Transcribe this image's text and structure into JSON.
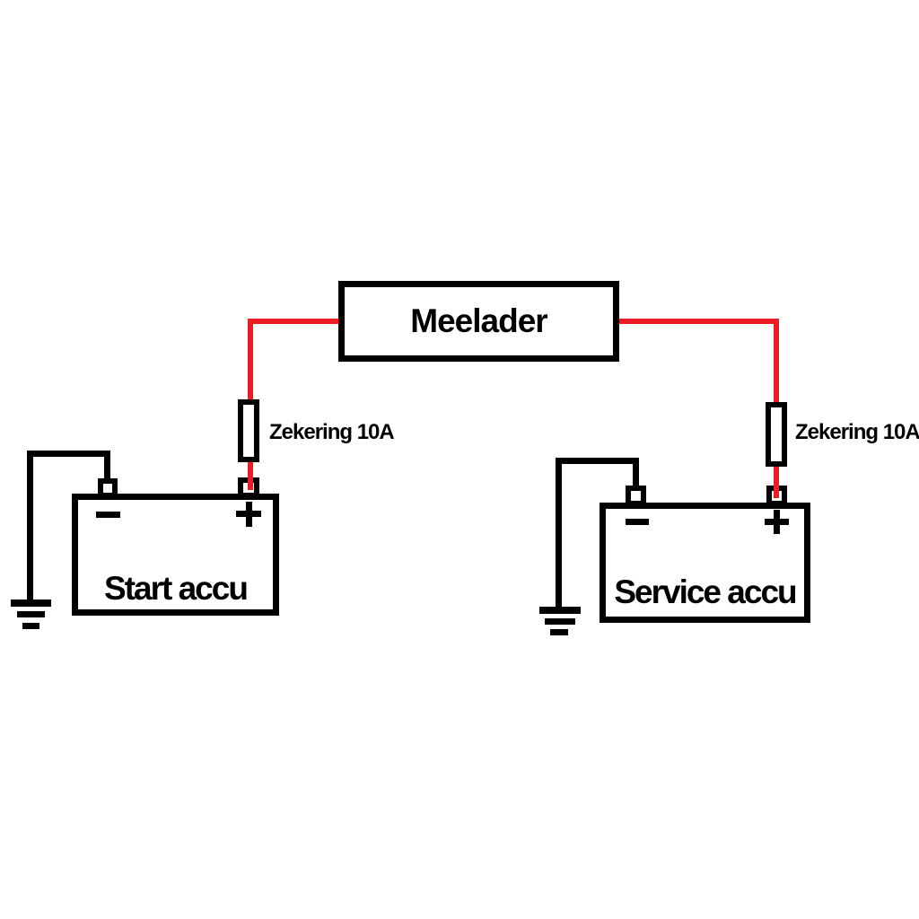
{
  "charger": {
    "label": "Meelader"
  },
  "fuses": [
    {
      "label": "Zekering 10A"
    },
    {
      "label": "Zekering 10A"
    }
  ],
  "batteries": [
    {
      "label": "Start accu",
      "negative": "-",
      "positive": "+"
    },
    {
      "label": "Service accu",
      "negative": "-",
      "positive": "+"
    }
  ],
  "colors": {
    "positive_wire": "#ec1c24",
    "ground_wire": "#000000",
    "outline": "#000000",
    "background": "#ffffff"
  }
}
